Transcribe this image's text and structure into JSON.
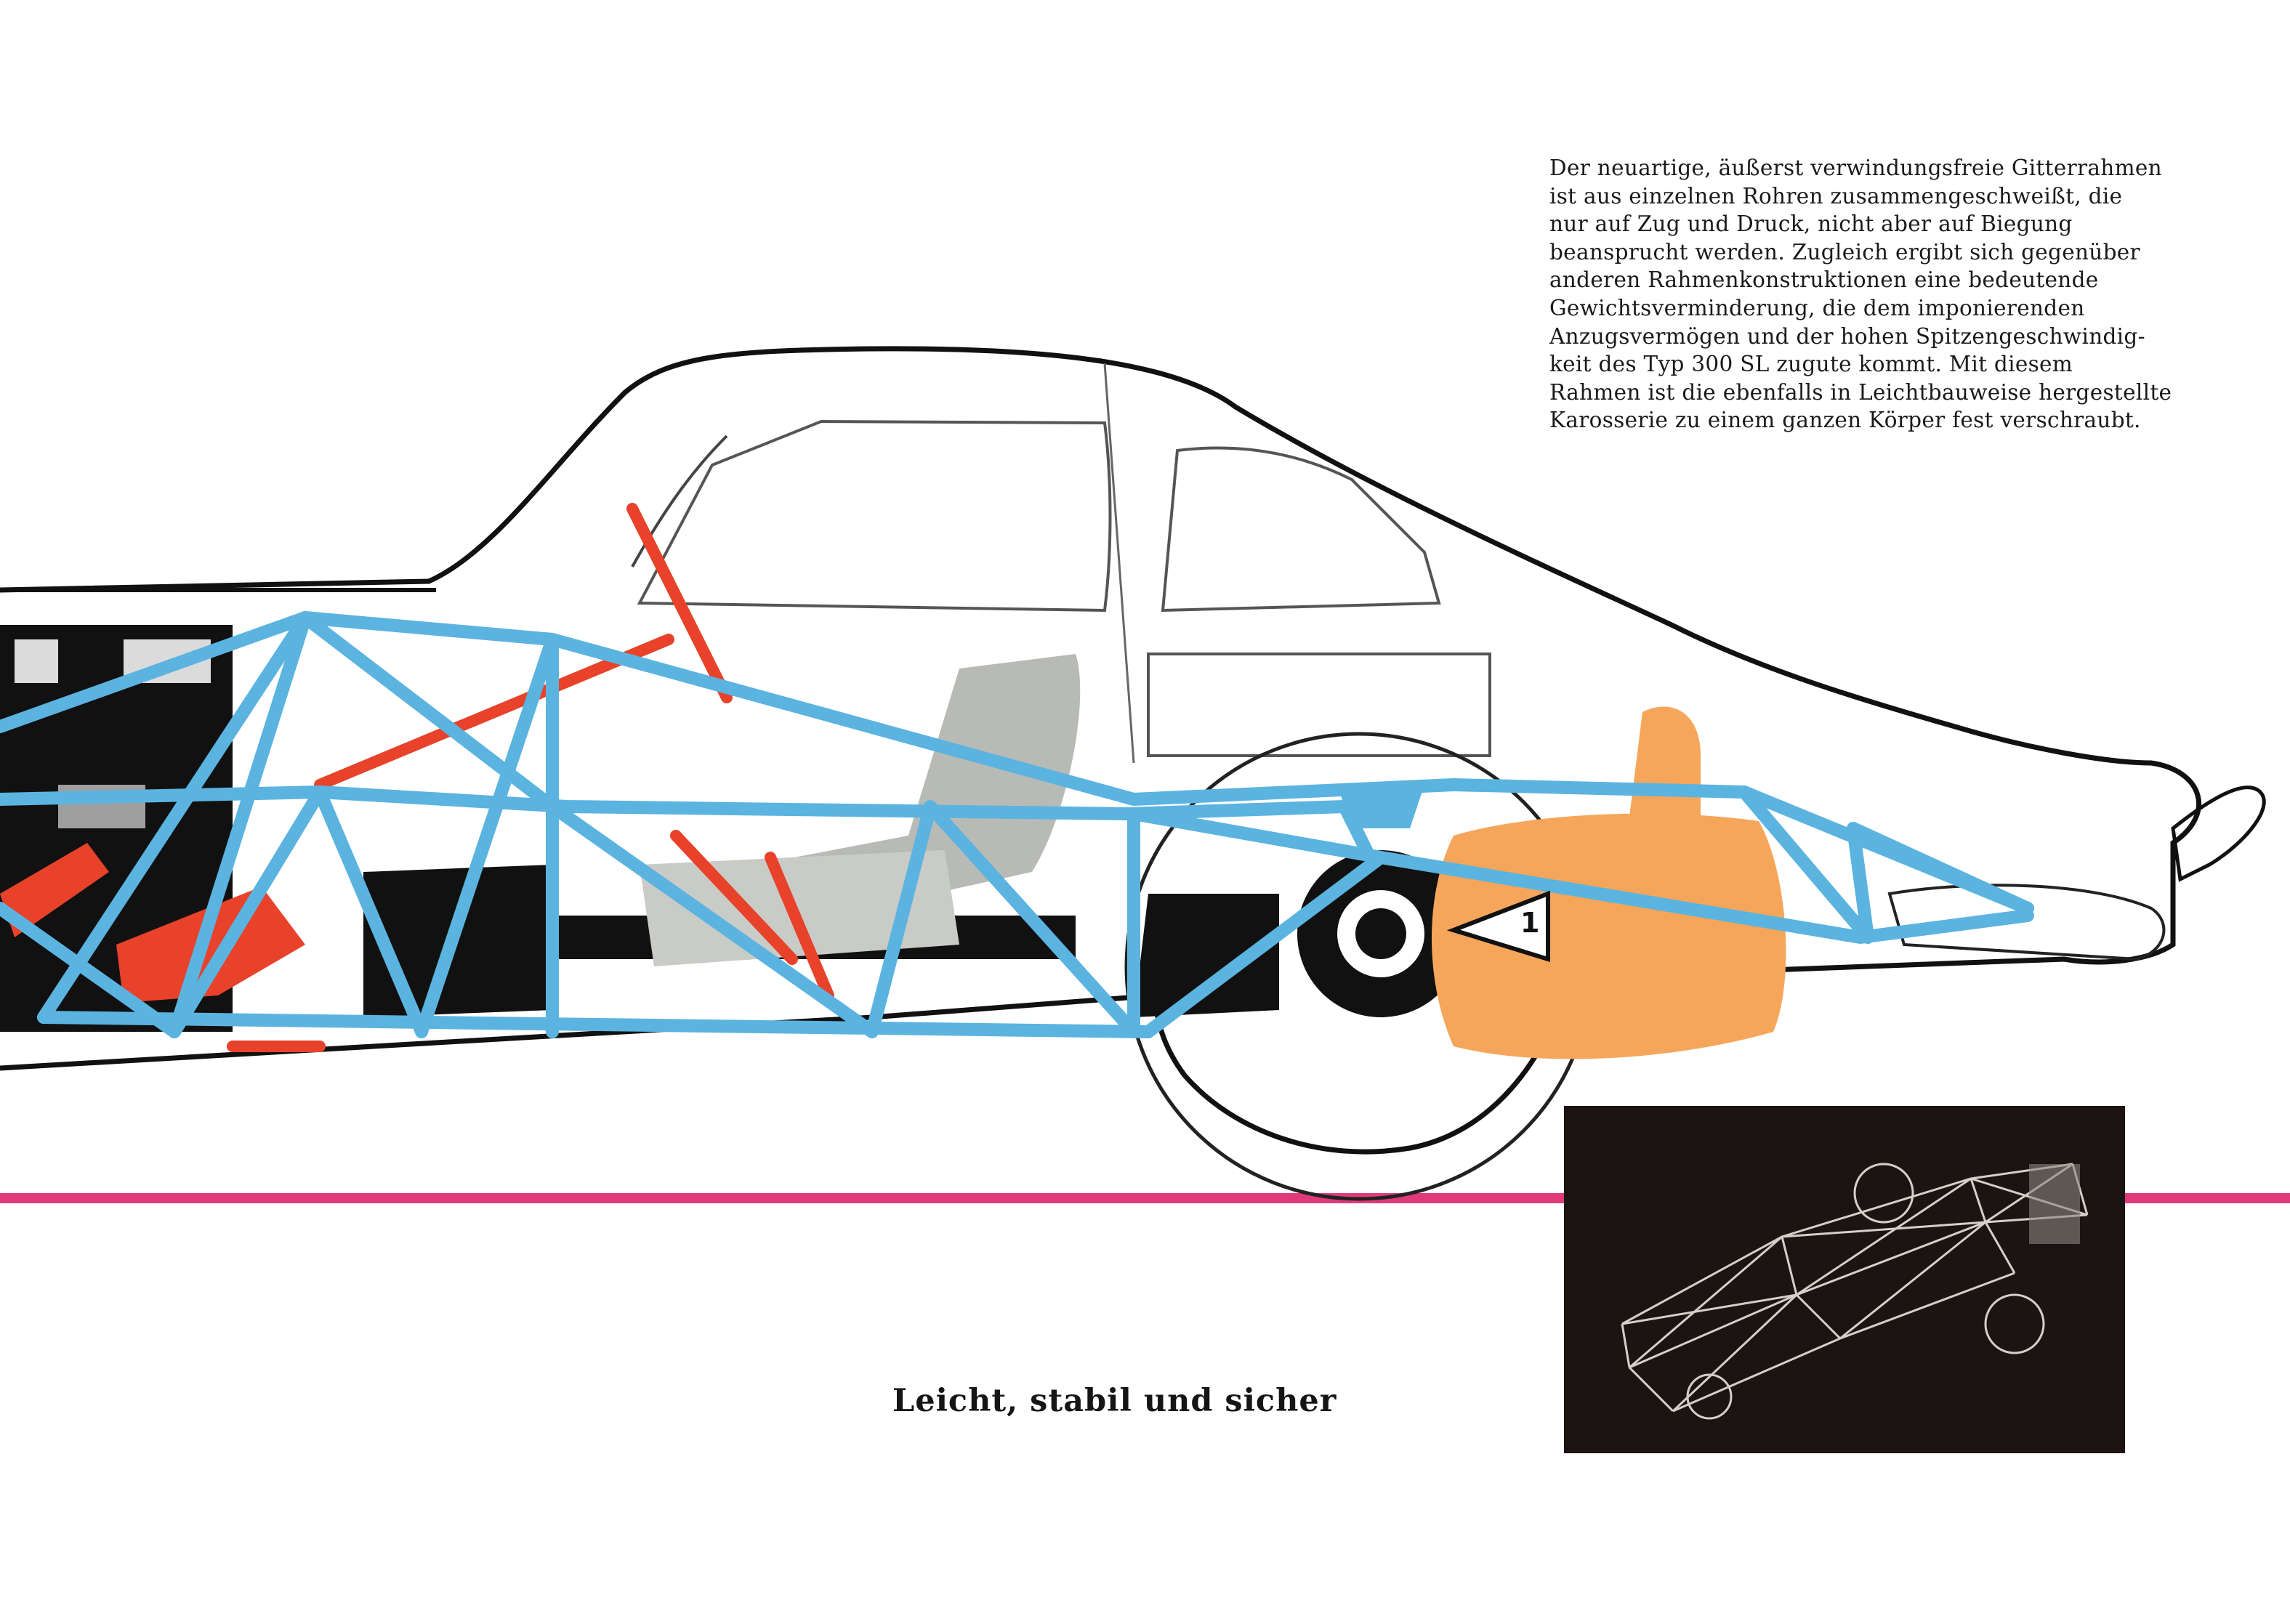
{
  "paragraph_lines": [
    "Der neuartige, äußerst verwindungsfreie Gitterrahmen",
    "ist aus einzelnen Rohren zusammengeschweißt, die",
    "nur auf Zug und Druck, nicht aber auf Biegung",
    "beansprucht werden. Zugleich ergibt sich gegenüber",
    "anderen Rahmenkonstruktionen eine bedeutende",
    "Gewichtsverminderung, die dem imponierenden",
    "Anzugsvermögen und der hohen Spitzengeschwindig-",
    "keit des Typ 300 SL zugute kommt. Mit diesem",
    "Rahmen ist die ebenfalls in Leichtbauweise hergestellte",
    "Karosserie zu einem ganzen Körper fest verschraubt."
  ],
  "headline": "Leicht, stabil und sicher",
  "callout_number": "1",
  "colors": {
    "frame_blue": "#5bb3e0",
    "red_parts": "#e8422a",
    "orange_tank": "#f6a65b",
    "accent_rule": "#e03a7a",
    "seat_gray": "#b8bab6",
    "photo_bg": "#1c1413"
  }
}
